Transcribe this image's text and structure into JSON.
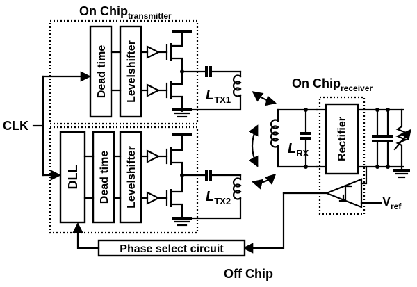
{
  "labels": {
    "on_chip_tx_main": "On Chip",
    "on_chip_tx_sub": "transmitter",
    "on_chip_rx_main": "On Chip",
    "on_chip_rx_sub": "receiver",
    "clk": "CLK",
    "off_chip": "Off Chip",
    "vref_main": "V",
    "vref_sub": "ref"
  },
  "blocks": {
    "dead_time_top": "Dead time",
    "levelshifter_top": "Levelshifter",
    "dll": "DLL",
    "dead_time_bottom": "Dead time",
    "levelshifter_bottom": "Levelshifter",
    "rectifier": "Rectifier",
    "phase_select": "Phase select circuit"
  },
  "inductors": {
    "tx1_main": "L",
    "tx1_sub": "TX1",
    "tx2_main": "L",
    "tx2_sub": "TX2",
    "rx_main": "L",
    "rx_sub": "RX"
  }
}
